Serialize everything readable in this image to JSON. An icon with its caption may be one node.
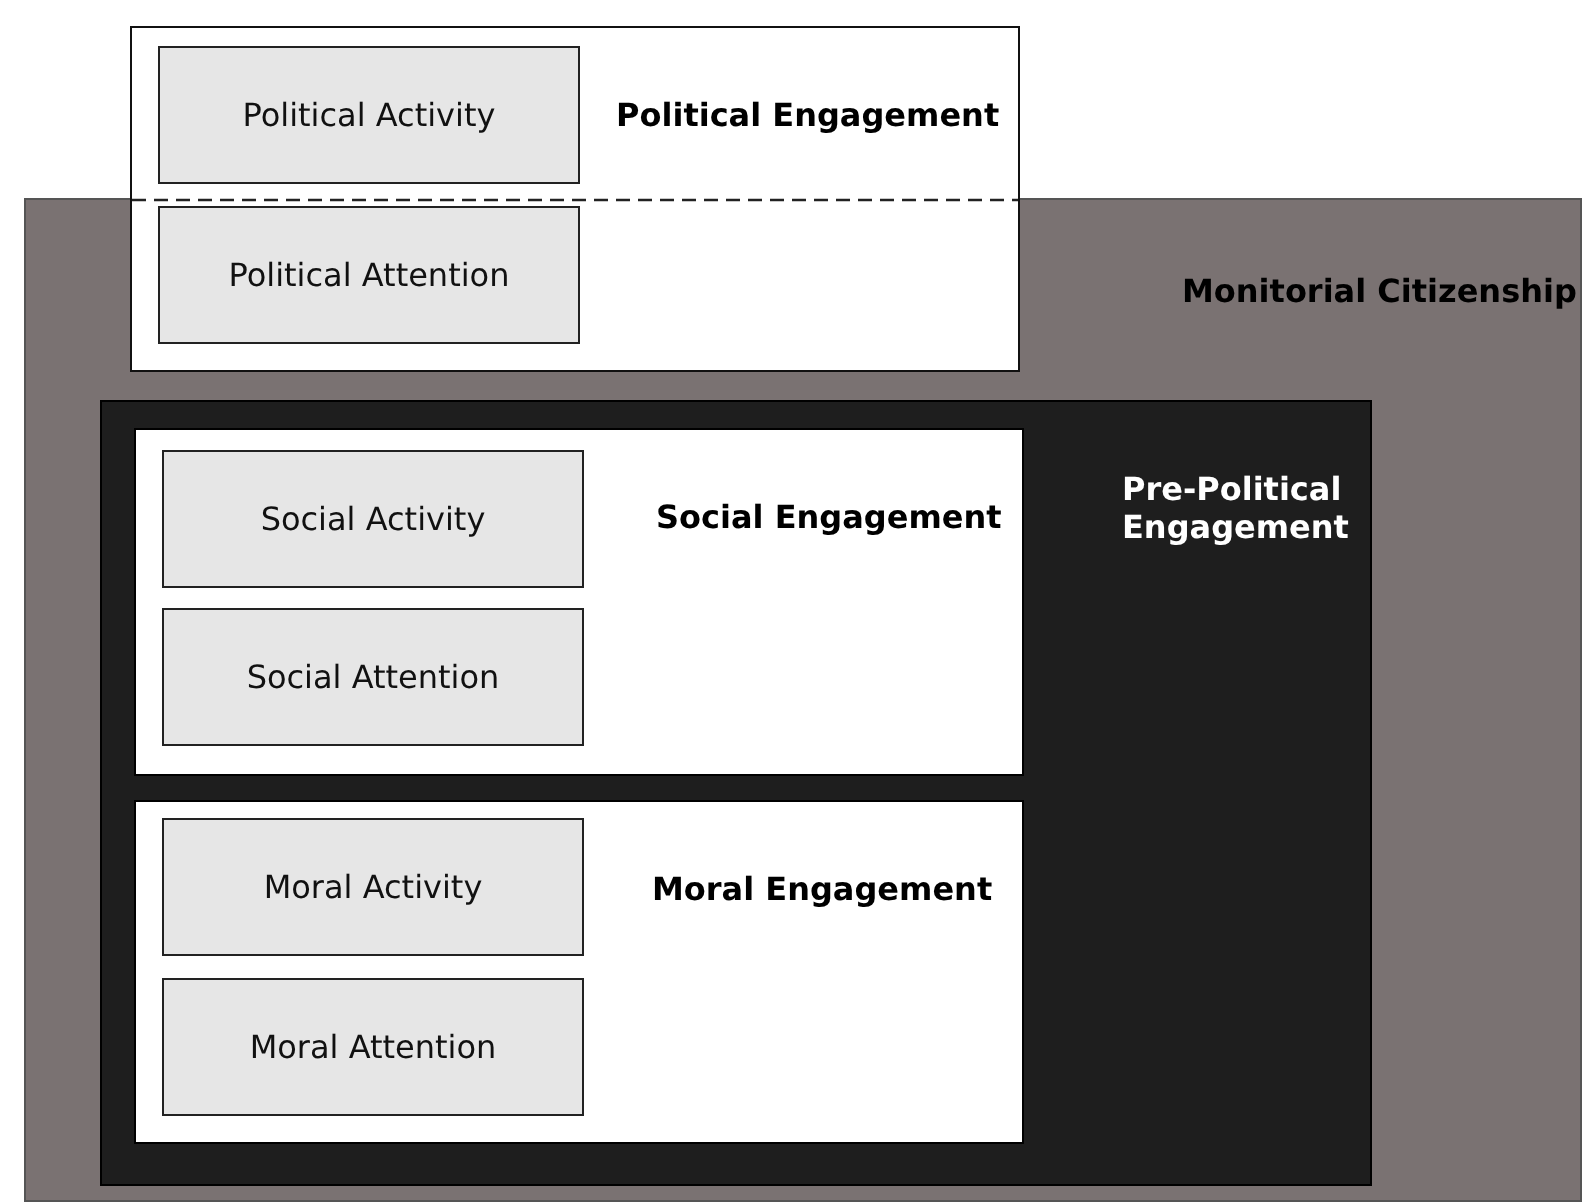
{
  "diagram": {
    "nodes": [
      {
        "text": [
          "Political Engagement"
        ]
      },
      {
        "text": [
          "Political Activity"
        ],
        "in": 0
      },
      {
        "text": [
          "Political Attention"
        ]
      },
      {
        "text": [
          "Monitorial Citizenship"
        ]
      },
      {
        "text": [
          "Pre-Political Engagement"
        ],
        "in": 3
      },
      {
        "text": [
          "Social Engagement"
        ],
        "in": 4
      },
      {
        "text": [
          "Social Activity"
        ],
        "in": 5
      },
      {
        "text": [
          "Social Attention"
        ],
        "in": 5
      },
      {
        "text": [
          "Moral Engagement"
        ],
        "in": 4
      },
      {
        "text": [
          "Moral Activity"
        ],
        "in": 8
      },
      {
        "text": [
          "Moral Attention"
        ],
        "in": 8
      }
    ]
  }
}
